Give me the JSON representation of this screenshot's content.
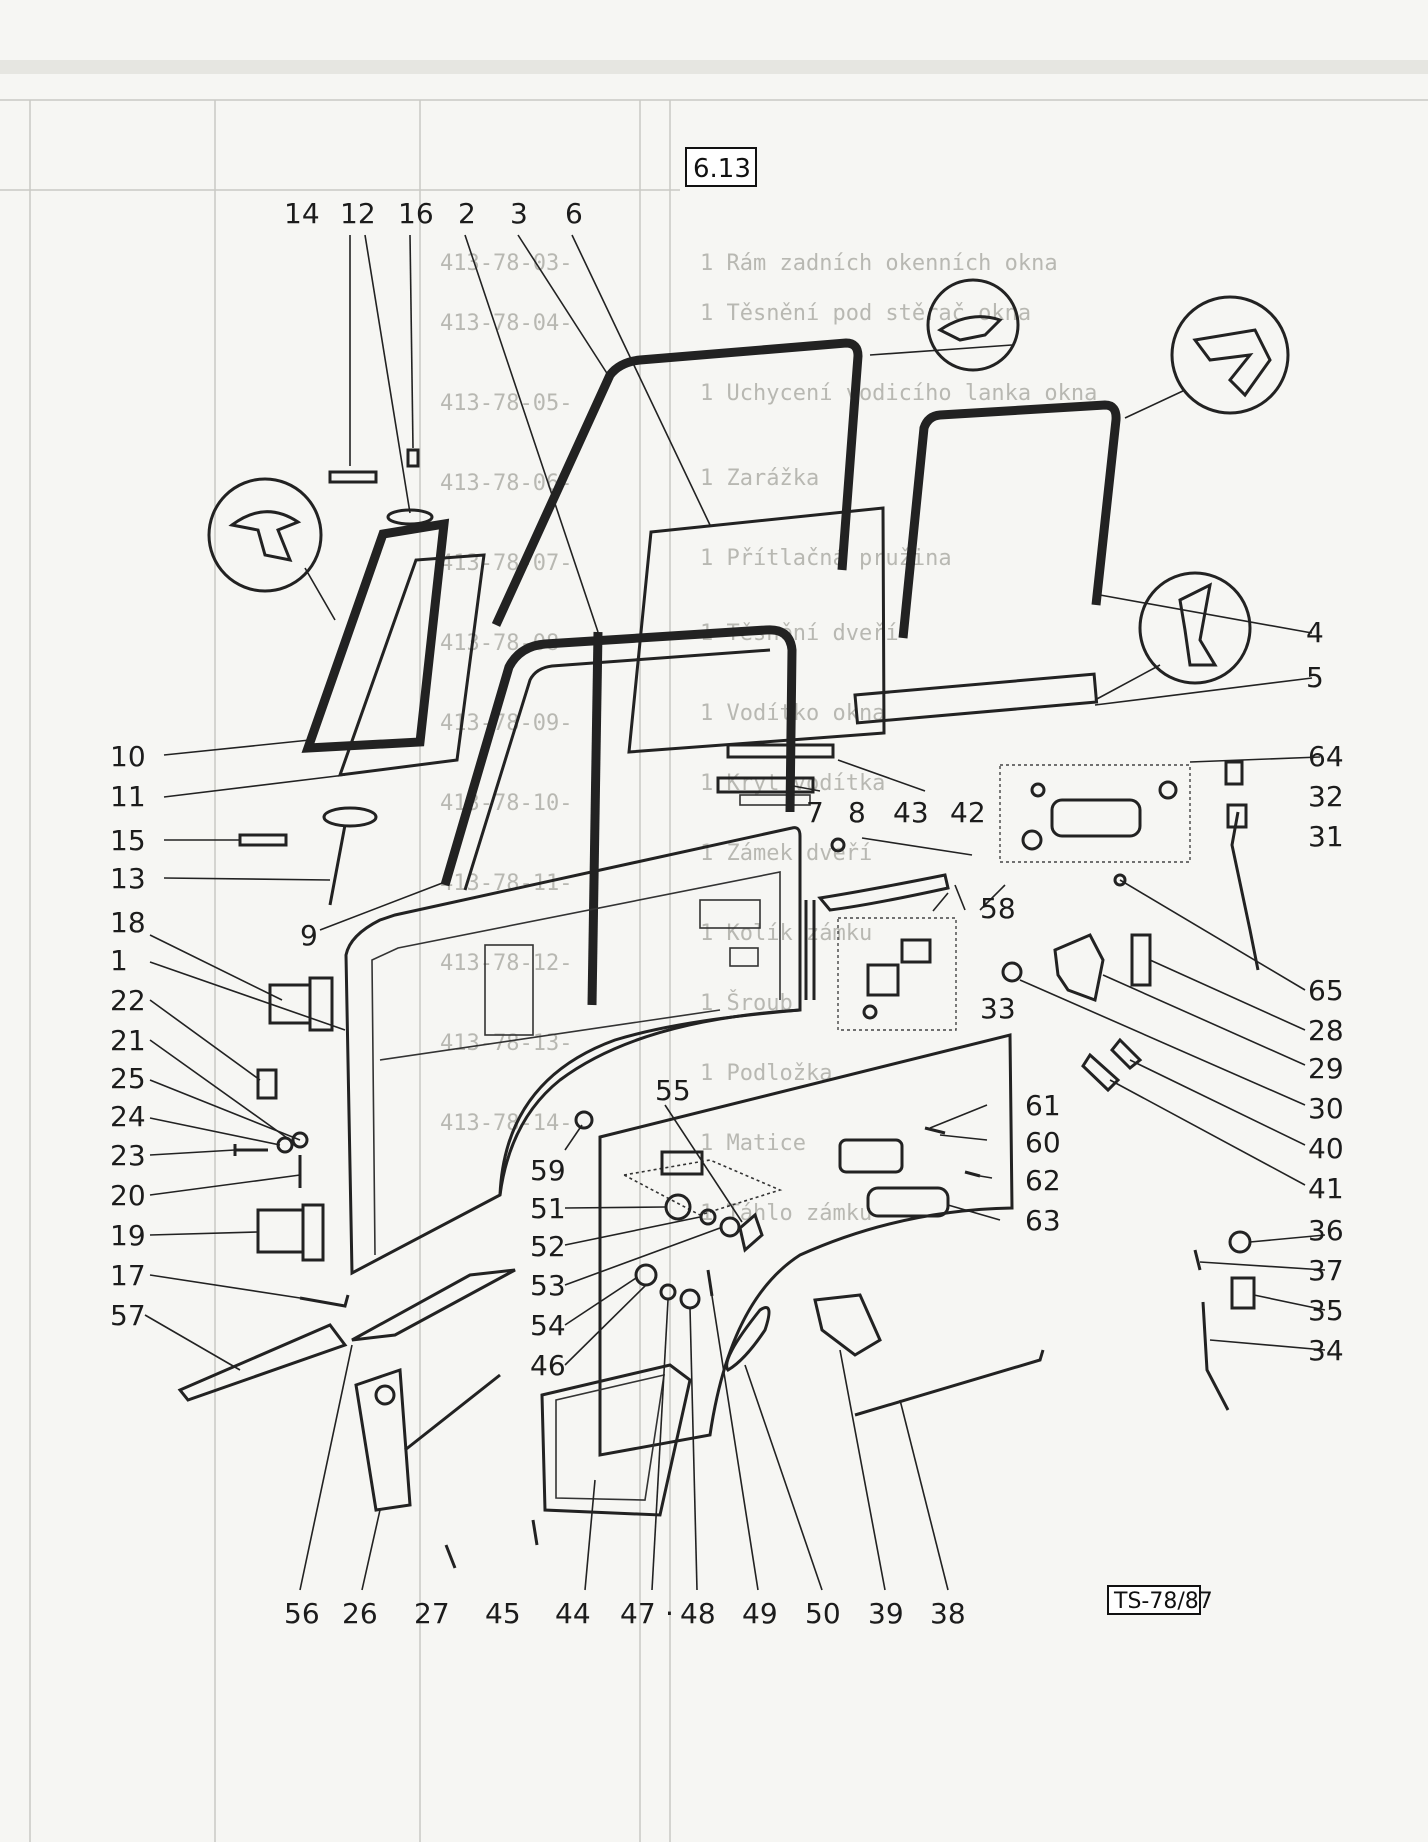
{
  "figure_number": "6.13",
  "drawing_code": "TS-78/87",
  "background_bleed": {
    "lines": [
      "1 Rám zadních okenních okna",
      "1 Těsnění pod stěrač okna",
      "1 Uchycení vodicího lanka okna",
      "1 Zarážka",
      "1 Přítlačná pružina",
      "1 Těsnění dveří",
      "1 Vodítko okna",
      "1 Kryt vodítka",
      "1 Zámek dveří",
      "1 Kolík zámku",
      "1 Šroub",
      "1 Podložka",
      "1 Matice",
      "1 Táhlo zámku"
    ],
    "codes": [
      "413-78-03-",
      "413-78-04-",
      "413-78-05-",
      "413-78-06-",
      "413-78-07-",
      "413-78-08-",
      "413-78-09-",
      "413-78-10-",
      "413-78-11-",
      "413-78-12-",
      "413-78-13-",
      "413-78-14-"
    ]
  },
  "callouts": {
    "n1": "1",
    "n2": "2",
    "n3": "3",
    "n4": "4",
    "n5": "5",
    "n6": "6",
    "n7": "7",
    "n8": "8",
    "n9": "9",
    "n10": "10",
    "n11": "11",
    "n12": "12",
    "n13": "13",
    "n14": "14",
    "n15": "15",
    "n16": "16",
    "n17": "17",
    "n18": "18",
    "n19": "19",
    "n20": "20",
    "n21": "21",
    "n22": "22",
    "n23": "23",
    "n24": "24",
    "n25": "25",
    "n26": "26",
    "n27": "27",
    "n28": "28",
    "n29": "29",
    "n30": "30",
    "n31": "31",
    "n32": "32",
    "n33": "33",
    "n34": "34",
    "n35": "35",
    "n36": "36",
    "n37": "37",
    "n38": "38",
    "n39": "39",
    "n40": "40",
    "n41": "41",
    "n42": "42",
    "n43": "43",
    "n44": "44",
    "n45": "45",
    "n46": "46",
    "n47": "47",
    "n48": "48",
    "n49": "49",
    "n50": "50",
    "n51": "51",
    "n52": "52",
    "n53": "53",
    "n54": "54",
    "n55": "55",
    "n56": "56",
    "n57": "57",
    "n58": "58",
    "n59": "59",
    "n60": "60",
    "n61": "61",
    "n62": "62",
    "n63": "63",
    "n64": "64",
    "n65": "65",
    "dot": "·"
  }
}
